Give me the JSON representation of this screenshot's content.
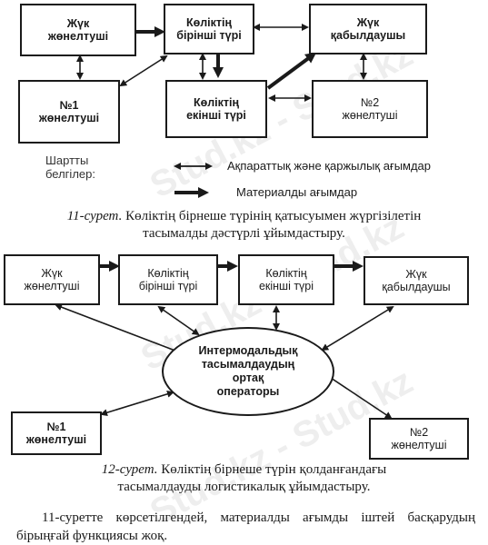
{
  "diagram1": {
    "shipper": [
      "Жүк",
      "жөнелтуші"
    ],
    "transport1": [
      "Көліктің",
      "бірінші түрі"
    ],
    "receiver": [
      "Жүк",
      "қабылдаушы"
    ],
    "forwarder1": [
      "№1",
      "жөнелтуші"
    ],
    "transport2": [
      "Көліктің",
      "екінші түрі"
    ],
    "forwarder2": [
      "№2",
      "жөнелтуші"
    ]
  },
  "legend": {
    "title": [
      "Шартты",
      "белгілер:"
    ],
    "info_flow": "Ақпараттық  және қаржылық ағымдар",
    "material_flow": "Материалды ағымдар"
  },
  "caption1": {
    "label": "11-сурет.",
    "text": " Көліктің бірнеше түрінің қатысуымен жүргізілетін",
    "line2": "тасымалды дәстүрлі ұйымдастыру."
  },
  "diagram2": {
    "shipper": [
      "Жүк",
      "жөнелтуші"
    ],
    "transport1": [
      "Көліктің",
      "бірінші түрі"
    ],
    "transport2": [
      "Көліктің",
      "екінші түрі"
    ],
    "receiver": [
      "Жүк",
      "қабылдаушы"
    ],
    "operator": [
      "Интермодальдық",
      "тасымалдаудың",
      "ортақ",
      "операторы"
    ],
    "forwarder1": [
      "№1",
      "жөнелтуші"
    ],
    "forwarder2": [
      "№2",
      "жөнелтуші"
    ]
  },
  "caption2": {
    "label": "12-сурет.",
    "text": " Көліктің бірнеше түрін қолданғандағы",
    "line2": "тасымалдауды логистикалық ұйымдастыру."
  },
  "paragraph": "11-суретте көрсетілгендей, материалды ағымды іштей басқарудың бірыңғай функциясы жоқ.",
  "watermark": "Stud.kz - Stud.kz"
}
